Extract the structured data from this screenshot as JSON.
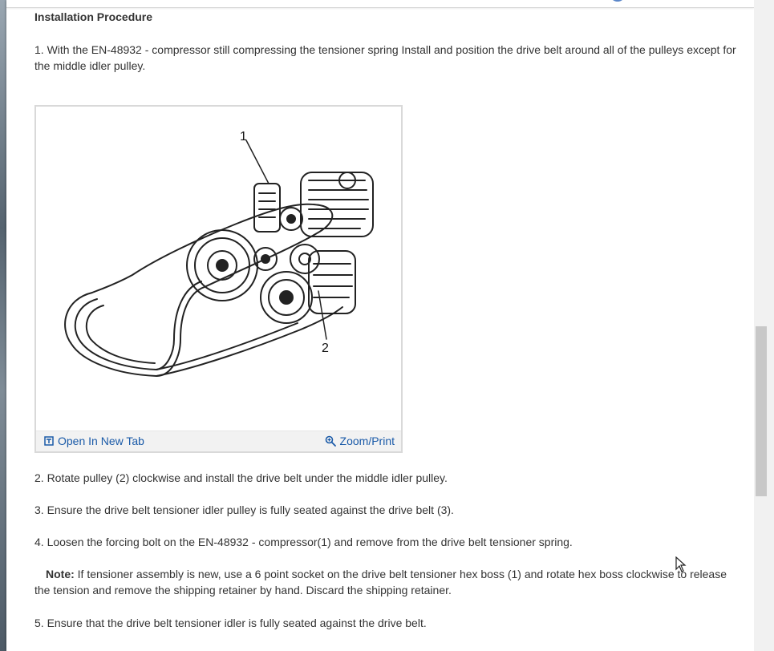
{
  "section_title": "Installation Procedure",
  "steps": [
    "1. With the EN-48932 - compressor still compressing the tensioner spring Install and position the drive belt around all of the pulleys except for the middle idler pulley.",
    "2. Rotate pulley (2) clockwise and install the drive belt under the middle idler pulley.",
    "3. Ensure the drive belt tensioner idler pulley is fully seated against the drive belt (3).",
    "4. Loosen the forcing bolt on the EN-48932 - compressor(1) and remove from the drive belt tensioner spring.",
    "5. Ensure that the drive belt tensioner idler is fully seated against the drive belt."
  ],
  "note": {
    "label": "Note:",
    "text": " If tensioner assembly is new, use a 6 point socket on the drive belt tensioner hex boss (1) and rotate hex boss clockwise to release the tension and remove the shipping retainer by hand. Discard the shipping retainer."
  },
  "figure": {
    "callout_1": "1",
    "callout_2": "2",
    "open_tab_label": "Open In New Tab",
    "zoom_label": "Zoom/Print",
    "open_tab_icon": "open-in-new-tab-icon",
    "zoom_icon": "magnifier-zoom-icon"
  },
  "colors": {
    "link": "#1a5aa8",
    "text": "#333333",
    "footer_bg": "#f2f2f2"
  }
}
